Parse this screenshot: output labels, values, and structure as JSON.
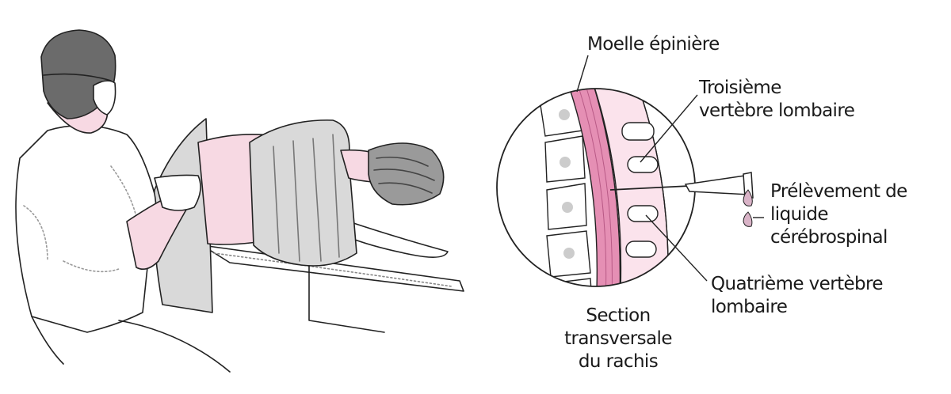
{
  "figure": {
    "left_panel": {
      "description": "Patient lying on side on table, draped, while masked clinician performs lumbar puncture",
      "colors": {
        "skin": "#f7d9e3",
        "drape": "#d9d9d9",
        "hair_clinician": "#6b6b6b",
        "outline": "#222222"
      }
    },
    "right_panel": {
      "description": "Magnified circular inset of the spine with needle inserted between lumbar vertebrae",
      "colors": {
        "spinal_cord": "#e58fb4",
        "vertebra_fill": "#fbe3ec",
        "fluid_drop": "#d9b3c7",
        "outline": "#222222"
      }
    },
    "labels": {
      "spinal_cord": "Moelle épinière",
      "third_vertebra_line1": "Troisième",
      "third_vertebra_line2": "vertèbre lombaire",
      "csf_line1": "Prélèvement de",
      "csf_line2": "liquide",
      "csf_line3": "cérébrospinal",
      "fourth_vertebra_line1": "Quatrième vertèbre",
      "fourth_vertebra_line2": "lombaire",
      "section_line1": "Section",
      "section_line2": "transversale",
      "section_line3": "du rachis"
    }
  }
}
